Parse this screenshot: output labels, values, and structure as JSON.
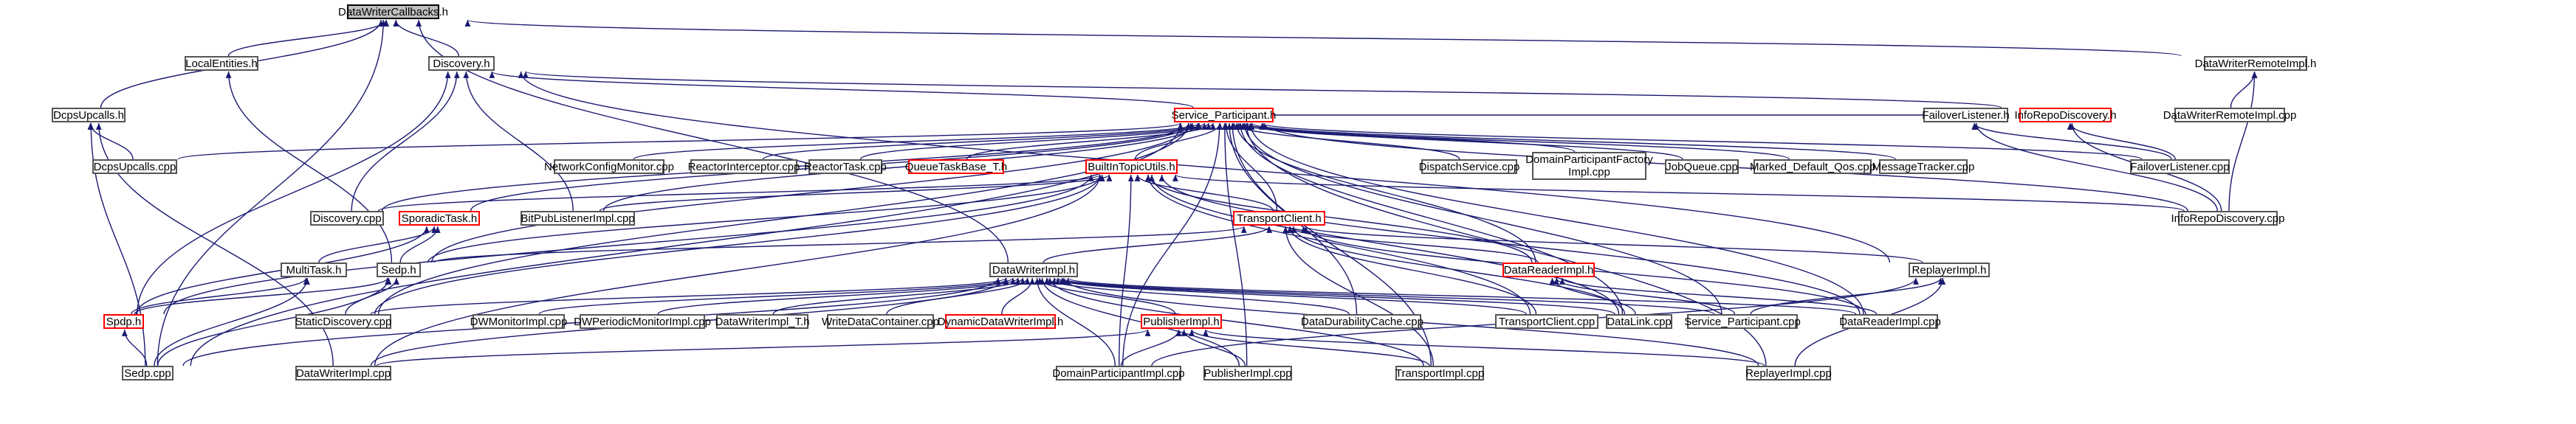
{
  "colors": {
    "edge": "#191970",
    "node_border": "#555555",
    "incomplete_border": "#ff0000",
    "root_fill": "#bfbfbf"
  },
  "nodes": {
    "datawritercallbacks_h": {
      "label": "DataWriterCallbacks.h",
      "style": "root"
    },
    "localentities_h": {
      "label": "LocalEntities.h"
    },
    "discovery_h": {
      "label": "Discovery.h"
    },
    "datawriterremoteimpl_h": {
      "label": "DataWriterRemoteImpl.h"
    },
    "dcpsupcalls_h": {
      "label": "DcpsUpcalls.h"
    },
    "service_participant_h": {
      "label": "Service_Participant.h",
      "style": "red"
    },
    "failoverlistener_h": {
      "label": "FailoverListener.h"
    },
    "inforepodiscovery_h": {
      "label": "InfoRepoDiscovery.h",
      "style": "red"
    },
    "datawriterremoteimpl_cpp": {
      "label": "DataWriterRemoteImpl.cpp"
    },
    "dcpsupcalls_cpp": {
      "label": "DcpsUpcalls.cpp"
    },
    "networkconfigmonitor_cpp": {
      "label": "NetworkConfigMonitor.cpp"
    },
    "reactorinterceptor_cpp": {
      "label": "ReactorInterceptor.cpp"
    },
    "reactortask_cpp": {
      "label": "ReactorTask.cpp"
    },
    "queuetaskbase_t_h": {
      "label": "QueueTaskBase_T.h",
      "style": "red"
    },
    "dispatchservice_cpp": {
      "label": "DispatchService.cpp"
    },
    "domainparticipantfactoryimpl_cpp": {
      "label": "DomainParticipantFactory\nImpl.cpp"
    },
    "jobqueue_cpp": {
      "label": "JobQueue.cpp"
    },
    "marked_default_qos_cpp": {
      "label": "Marked_Default_Qos.cpp"
    },
    "messagetracker_cpp": {
      "label": "MessageTracker.cpp"
    },
    "failoverlistener_cpp": {
      "label": "FailoverListener.cpp"
    },
    "builtintopicutils_h": {
      "label": "BuiltInTopicUtils.h",
      "style": "red"
    },
    "discovery_cpp": {
      "label": "Discovery.cpp"
    },
    "sporadictask_h": {
      "label": "SporadicTask.h",
      "style": "red"
    },
    "bitpublistenerimpl_cpp": {
      "label": "BitPubListenerImpl.cpp"
    },
    "inforepodiscovery_cpp": {
      "label": "InfoRepoDiscovery.cpp"
    },
    "transportclient_h": {
      "label": "TransportClient.h",
      "style": "red"
    },
    "multitask_h": {
      "label": "MultiTask.h"
    },
    "sedp_h": {
      "label": "Sedp.h"
    },
    "datawriterimpl_h": {
      "label": "DataWriterImpl.h"
    },
    "datareaderimpl_h": {
      "label": "DataReaderImpl.h",
      "style": "red"
    },
    "replayerimpl_h": {
      "label": "ReplayerImpl.h"
    },
    "spdp_h": {
      "label": "Spdp.h",
      "style": "red"
    },
    "staticdiscovery_cpp": {
      "label": "StaticDiscovery.cpp"
    },
    "dwmonitorimpl_cpp": {
      "label": "DWMonitorImpl.cpp"
    },
    "dwperiodicmonitorimpl_cpp": {
      "label": "DWPeriodicMonitorImpl.cpp"
    },
    "datawriterimpl_t_h": {
      "label": "DataWriterImpl_T.h"
    },
    "writedatacontainer_cpp": {
      "label": "WriteDataContainer.cpp"
    },
    "dynamicdatawriterimpl_h": {
      "label": "DynamicDataWriterImpl.h",
      "style": "red"
    },
    "datadurabilitycache_cpp": {
      "label": "DataDurabilityCache.cpp"
    },
    "transportclient_cpp": {
      "label": "TransportClient.cpp"
    },
    "datalink_cpp": {
      "label": "DataLink.cpp"
    },
    "service_participant_cpp": {
      "label": "Service_Participant.cpp"
    },
    "datareaderimpl_cpp": {
      "label": "DataReaderImpl.cpp"
    },
    "publisherimpl_h": {
      "label": "PublisherImpl.h",
      "style": "red"
    },
    "sedp_cpp": {
      "label": "Sedp.cpp"
    },
    "datawriterimpl_cpp": {
      "label": "DataWriterImpl.cpp"
    },
    "domainparticipantimpl_cpp": {
      "label": "DomainParticipantImpl.cpp"
    },
    "publisherimpl_cpp": {
      "label": "PublisherImpl.cpp"
    },
    "transportimpl_cpp": {
      "label": "TransportImpl.cpp"
    },
    "replayerimpl_cpp": {
      "label": "ReplayerImpl.cpp"
    }
  },
  "edges": [
    [
      "localentities_h",
      "datawritercallbacks_h"
    ],
    [
      "discovery_h",
      "datawritercallbacks_h"
    ],
    [
      "datawriterremoteimpl_h",
      "datawritercallbacks_h"
    ],
    [
      "dcpsupcalls_h",
      "datawritercallbacks_h"
    ],
    [
      "datawriterimpl_h",
      "datawritercallbacks_h"
    ],
    [
      "sedp_cpp",
      "datawritercallbacks_h"
    ],
    [
      "datawriterremoteimpl_cpp",
      "datawriterremoteimpl_h"
    ],
    [
      "inforepodiscovery_cpp",
      "datawriterremoteimpl_h"
    ],
    [
      "dcpsupcalls_cpp",
      "dcpsupcalls_h"
    ],
    [
      "sedp_cpp",
      "dcpsupcalls_h"
    ],
    [
      "datawriterimpl_cpp",
      "dcpsupcalls_h"
    ],
    [
      "sedp_h",
      "localentities_h"
    ],
    [
      "service_participant_h",
      "discovery_h"
    ],
    [
      "inforepodiscovery_h",
      "discovery_h"
    ],
    [
      "replayerimpl_h",
      "discovery_h"
    ],
    [
      "discovery_cpp",
      "discovery_h"
    ],
    [
      "bitpublistenerimpl_cpp",
      "discovery_h"
    ],
    [
      "spdp_h",
      "discovery_h"
    ],
    [
      "failoverlistener_h",
      "service_participant_h"
    ],
    [
      "dcpsupcalls_cpp",
      "service_participant_h"
    ],
    [
      "networkconfigmonitor_cpp",
      "service_participant_h"
    ],
    [
      "reactorinterceptor_cpp",
      "service_participant_h"
    ],
    [
      "reactortask_cpp",
      "service_participant_h"
    ],
    [
      "queuetaskbase_t_h",
      "service_participant_h"
    ],
    [
      "dispatchservice_cpp",
      "service_participant_h"
    ],
    [
      "domainparticipantfactoryimpl_cpp",
      "service_participant_h"
    ],
    [
      "jobqueue_cpp",
      "service_participant_h"
    ],
    [
      "marked_default_qos_cpp",
      "service_participant_h"
    ],
    [
      "messagetracker_cpp",
      "service_participant_h"
    ],
    [
      "failoverlistener_cpp",
      "service_participant_h"
    ],
    [
      "builtintopicutils_h",
      "service_participant_h"
    ],
    [
      "discovery_cpp",
      "service_participant_h"
    ],
    [
      "sporadictask_h",
      "service_participant_h"
    ],
    [
      "bitpublistenerimpl_cpp",
      "service_participant_h"
    ],
    [
      "inforepodiscovery_cpp",
      "service_participant_h"
    ],
    [
      "transportclient_h",
      "service_participant_h"
    ],
    [
      "sedp_h",
      "service_participant_h"
    ],
    [
      "datareaderimpl_h",
      "service_participant_h"
    ],
    [
      "staticdiscovery_cpp",
      "service_participant_h"
    ],
    [
      "datadurabilitycache_cpp",
      "service_participant_h"
    ],
    [
      "datalink_cpp",
      "service_participant_h"
    ],
    [
      "service_participant_cpp",
      "service_participant_h"
    ],
    [
      "datareaderimpl_cpp",
      "service_participant_h"
    ],
    [
      "sedp_cpp",
      "service_participant_h"
    ],
    [
      "domainparticipantimpl_cpp",
      "service_participant_h"
    ],
    [
      "publisherimpl_cpp",
      "service_participant_h"
    ],
    [
      "transportimpl_cpp",
      "service_participant_h"
    ],
    [
      "replayerimpl_cpp",
      "service_participant_h"
    ],
    [
      "failoverlistener_cpp",
      "failoverlistener_h"
    ],
    [
      "inforepodiscovery_cpp",
      "failoverlistener_h"
    ],
    [
      "failoverlistener_cpp",
      "inforepodiscovery_h"
    ],
    [
      "inforepodiscovery_cpp",
      "inforepodiscovery_h"
    ],
    [
      "discovery_cpp",
      "builtintopicutils_h"
    ],
    [
      "bitpublistenerimpl_cpp",
      "builtintopicutils_h"
    ],
    [
      "inforepodiscovery_cpp",
      "builtintopicutils_h"
    ],
    [
      "transportclient_h",
      "builtintopicutils_h"
    ],
    [
      "sedp_h",
      "builtintopicutils_h"
    ],
    [
      "datareaderimpl_h",
      "builtintopicutils_h"
    ],
    [
      "staticdiscovery_cpp",
      "builtintopicutils_h"
    ],
    [
      "transportclient_cpp",
      "builtintopicutils_h"
    ],
    [
      "datalink_cpp",
      "builtintopicutils_h"
    ],
    [
      "datareaderimpl_cpp",
      "builtintopicutils_h"
    ],
    [
      "spdp_h",
      "builtintopicutils_h"
    ],
    [
      "domainparticipantimpl_cpp",
      "builtintopicutils_h"
    ],
    [
      "datawriterimpl_cpp",
      "builtintopicutils_h"
    ],
    [
      "multitask_h",
      "sporadictask_h"
    ],
    [
      "sedp_h",
      "sporadictask_h"
    ],
    [
      "spdp_h",
      "sporadictask_h"
    ],
    [
      "datawriterimpl_h",
      "transportclient_h"
    ],
    [
      "datareaderimpl_h",
      "transportclient_h"
    ],
    [
      "sedp_h",
      "transportclient_h"
    ],
    [
      "transportclient_cpp",
      "transportclient_h"
    ],
    [
      "datalink_cpp",
      "transportclient_h"
    ],
    [
      "datareaderimpl_cpp",
      "transportclient_h"
    ],
    [
      "transportimpl_cpp",
      "transportclient_h"
    ],
    [
      "replayerimpl_h",
      "transportclient_h"
    ],
    [
      "spdp_h",
      "multitask_h"
    ],
    [
      "sedp_cpp",
      "multitask_h"
    ],
    [
      "spdp_h",
      "sedp_h"
    ],
    [
      "sedp_cpp",
      "sedp_h"
    ],
    [
      "staticdiscovery_cpp",
      "sedp_h"
    ],
    [
      "sedp_cpp",
      "spdp_h"
    ],
    [
      "staticdiscovery_cpp",
      "datawriterimpl_h"
    ],
    [
      "dwmonitorimpl_cpp",
      "datawriterimpl_h"
    ],
    [
      "dwperiodicmonitorimpl_cpp",
      "datawriterimpl_h"
    ],
    [
      "datawriterimpl_t_h",
      "datawriterimpl_h"
    ],
    [
      "writedatacontainer_cpp",
      "datawriterimpl_h"
    ],
    [
      "dynamicdatawriterimpl_h",
      "datawriterimpl_h"
    ],
    [
      "publisherimpl_h",
      "datawriterimpl_h"
    ],
    [
      "datadurabilitycache_cpp",
      "datawriterimpl_h"
    ],
    [
      "transportclient_cpp",
      "datawriterimpl_h"
    ],
    [
      "datalink_cpp",
      "datawriterimpl_h"
    ],
    [
      "service_participant_cpp",
      "datawriterimpl_h"
    ],
    [
      "datareaderimpl_cpp",
      "datawriterimpl_h"
    ],
    [
      "sedp_cpp",
      "datawriterimpl_h"
    ],
    [
      "datawriterimpl_cpp",
      "datawriterimpl_h"
    ],
    [
      "domainparticipantimpl_cpp",
      "datawriterimpl_h"
    ],
    [
      "publisherimpl_cpp",
      "datawriterimpl_h"
    ],
    [
      "transportimpl_cpp",
      "datawriterimpl_h"
    ],
    [
      "replayerimpl_cpp",
      "datawriterimpl_h"
    ],
    [
      "datalink_cpp",
      "datareaderimpl_h"
    ],
    [
      "service_participant_cpp",
      "datareaderimpl_h"
    ],
    [
      "datareaderimpl_cpp",
      "datareaderimpl_h"
    ],
    [
      "domainparticipantimpl_cpp",
      "publisherimpl_h"
    ],
    [
      "publisherimpl_cpp",
      "publisherimpl_h"
    ],
    [
      "transportimpl_cpp",
      "publisherimpl_h"
    ],
    [
      "replayerimpl_cpp",
      "publisherimpl_h"
    ],
    [
      "datawriterimpl_cpp",
      "publisherimpl_h"
    ],
    [
      "service_participant_cpp",
      "replayerimpl_h"
    ],
    [
      "domainparticipantimpl_cpp",
      "replayerimpl_h"
    ],
    [
      "replayerimpl_cpp",
      "replayerimpl_h"
    ]
  ]
}
